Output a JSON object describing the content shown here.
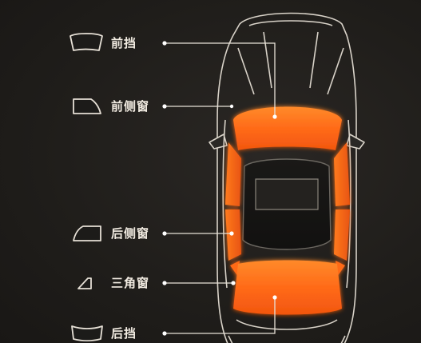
{
  "parts": [
    {
      "key": "front-windshield",
      "label": "前挡"
    },
    {
      "key": "front-side-window",
      "label": "前侧窗"
    },
    {
      "key": "rear-side-window",
      "label": "后侧窗"
    },
    {
      "key": "quarter-window",
      "label": "三角窗"
    },
    {
      "key": "rear-windshield",
      "label": "后挡"
    }
  ],
  "colors": {
    "background": "#211f1c",
    "glass_highlight": "#ff6a1a",
    "car_outline": "#d8d2c8",
    "leader_line": "#e8e2d8",
    "label_text": "#f2ece2"
  },
  "icons": [
    "front-windshield-icon",
    "front-side-window-icon",
    "rear-side-window-icon",
    "quarter-window-icon",
    "rear-windshield-icon"
  ]
}
